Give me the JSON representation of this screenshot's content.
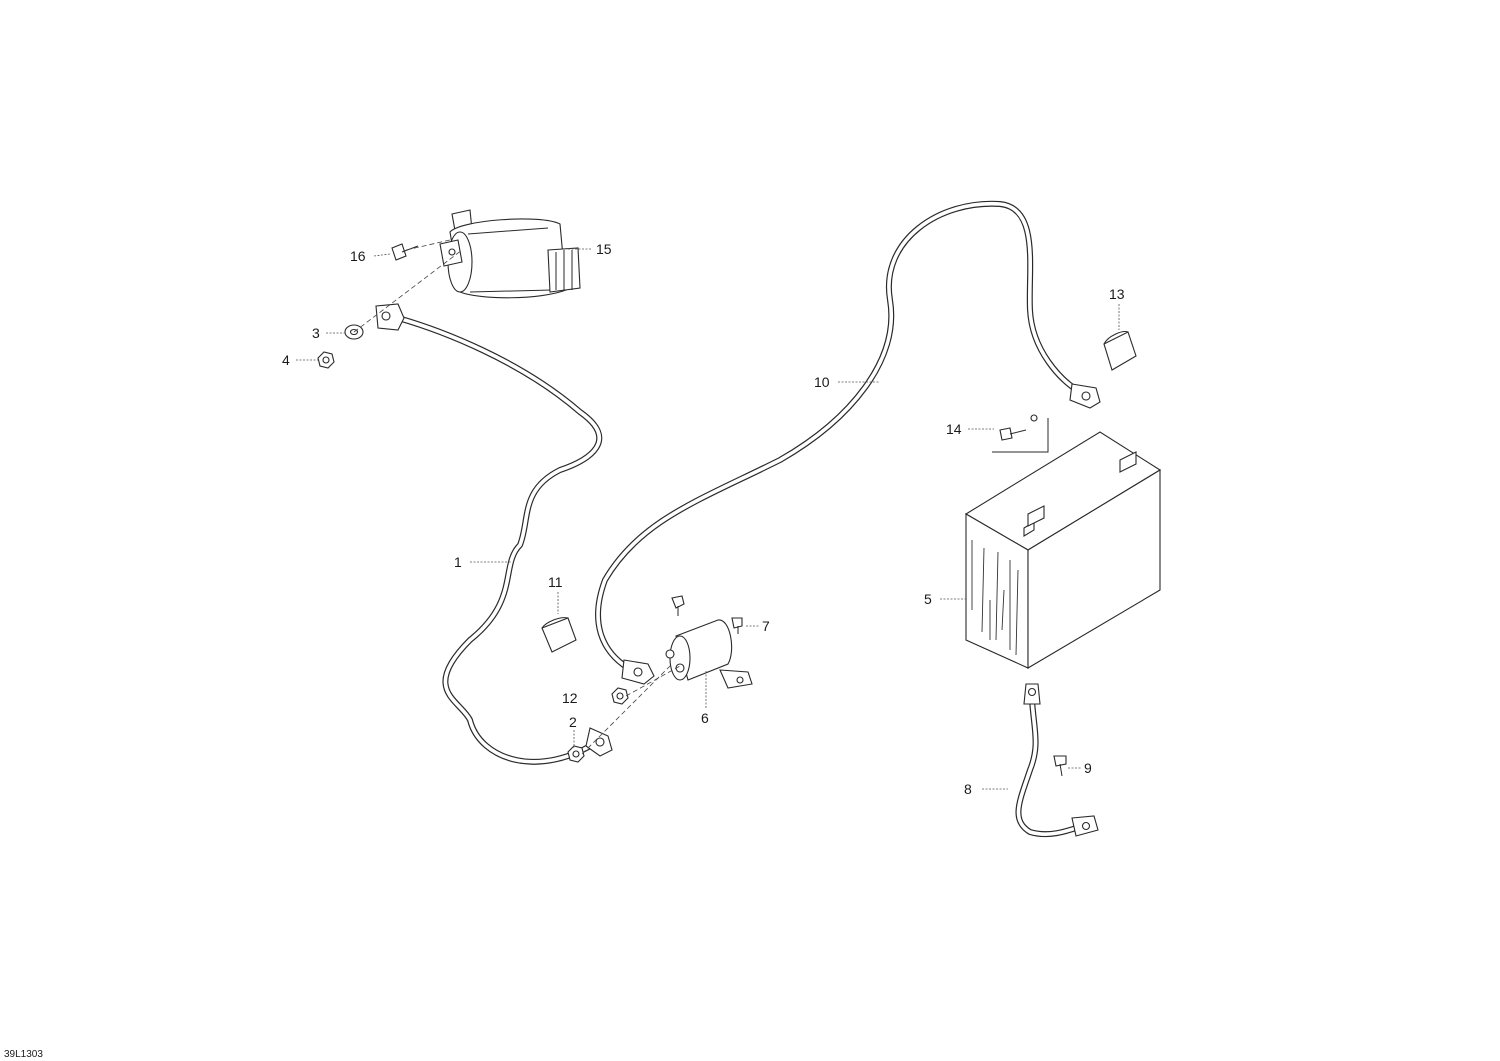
{
  "drawing_code": "39L1303",
  "callouts": [
    {
      "id": "c1",
      "label": "1"
    },
    {
      "id": "c2",
      "label": "2"
    },
    {
      "id": "c3",
      "label": "3"
    },
    {
      "id": "c4",
      "label": "4"
    },
    {
      "id": "c5",
      "label": "5"
    },
    {
      "id": "c6",
      "label": "6"
    },
    {
      "id": "c7",
      "label": "7"
    },
    {
      "id": "c8",
      "label": "8"
    },
    {
      "id": "c9",
      "label": "9"
    },
    {
      "id": "c10",
      "label": "10"
    },
    {
      "id": "c11",
      "label": "11"
    },
    {
      "id": "c12",
      "label": "12"
    },
    {
      "id": "c13",
      "label": "13"
    },
    {
      "id": "c14",
      "label": "14"
    },
    {
      "id": "c15",
      "label": "15"
    },
    {
      "id": "c16",
      "label": "16"
    }
  ]
}
